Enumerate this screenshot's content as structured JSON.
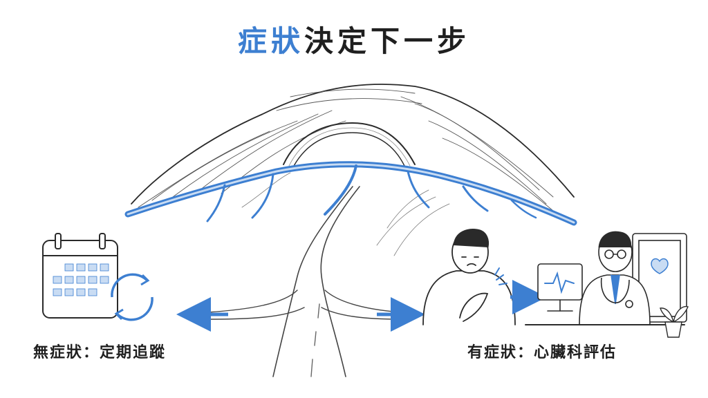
{
  "title": {
    "accent": "症狀",
    "rest": "決定下一步"
  },
  "left_caption": "無症狀：定期追蹤",
  "right_caption": "有症狀：心臟科評估",
  "colors": {
    "accent": "#3d7fd1",
    "accent_light": "#c9dcf3",
    "line": "#2a2a2a",
    "muted": "#9a9a9a"
  },
  "icons": [
    "calendar-icon",
    "refresh-cycle-icon",
    "arrow-right-icon",
    "heart-icon",
    "monitor-ecg-icon",
    "stethoscope-icon"
  ]
}
